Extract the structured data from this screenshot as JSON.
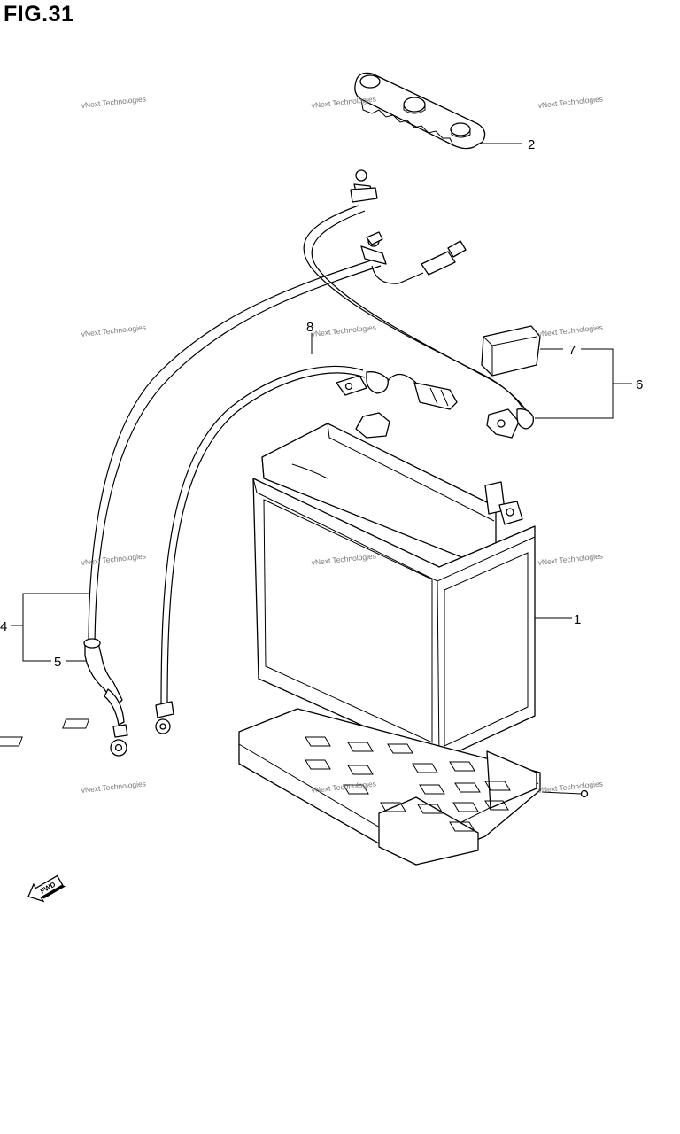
{
  "figure": {
    "title": "FIG.31"
  },
  "callouts": {
    "c1": "1",
    "c2": "2",
    "c4": "4",
    "c5": "5",
    "c6": "6",
    "c7": "7",
    "c8": "8"
  },
  "watermark": {
    "text": "vNext Technologies"
  },
  "fwd": {
    "label": "FWD",
    "icon": "fwd-arrow-icon"
  }
}
